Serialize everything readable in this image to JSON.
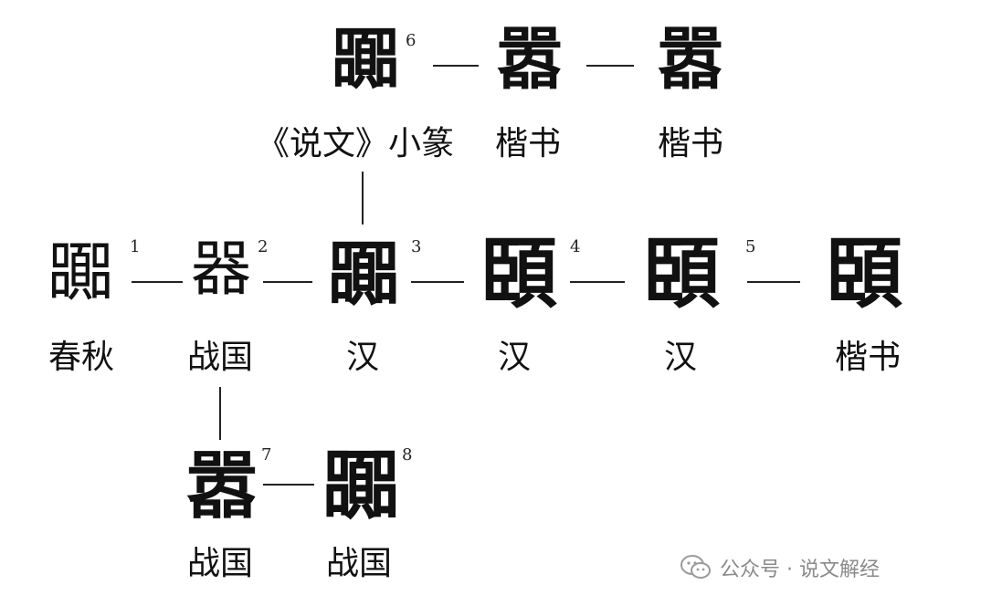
{
  "top_row": {
    "glyphs": [
      "嚻",
      "嚣",
      "嚣"
    ],
    "labels": [
      "《说文》小篆",
      "楷书",
      "楷书"
    ],
    "note_numbers": [
      "6"
    ]
  },
  "middle_row": {
    "glyphs": [
      "嚻",
      "器",
      "嚻",
      "頣",
      "頣",
      "頣"
    ],
    "labels": [
      "春秋",
      "战国",
      "汉",
      "汉",
      "汉",
      "楷书"
    ],
    "note_numbers": [
      "1",
      "2",
      "3",
      "4",
      "5"
    ]
  },
  "bottom_row": {
    "glyphs": [
      "嚣",
      "嚻"
    ],
    "labels": [
      "战国",
      "战国"
    ],
    "note_numbers": [
      "7",
      "8"
    ]
  },
  "watermark": {
    "text": "公众号 · 说文解经",
    "icon": "wechat-icon",
    "color": "#8a8a8a"
  }
}
